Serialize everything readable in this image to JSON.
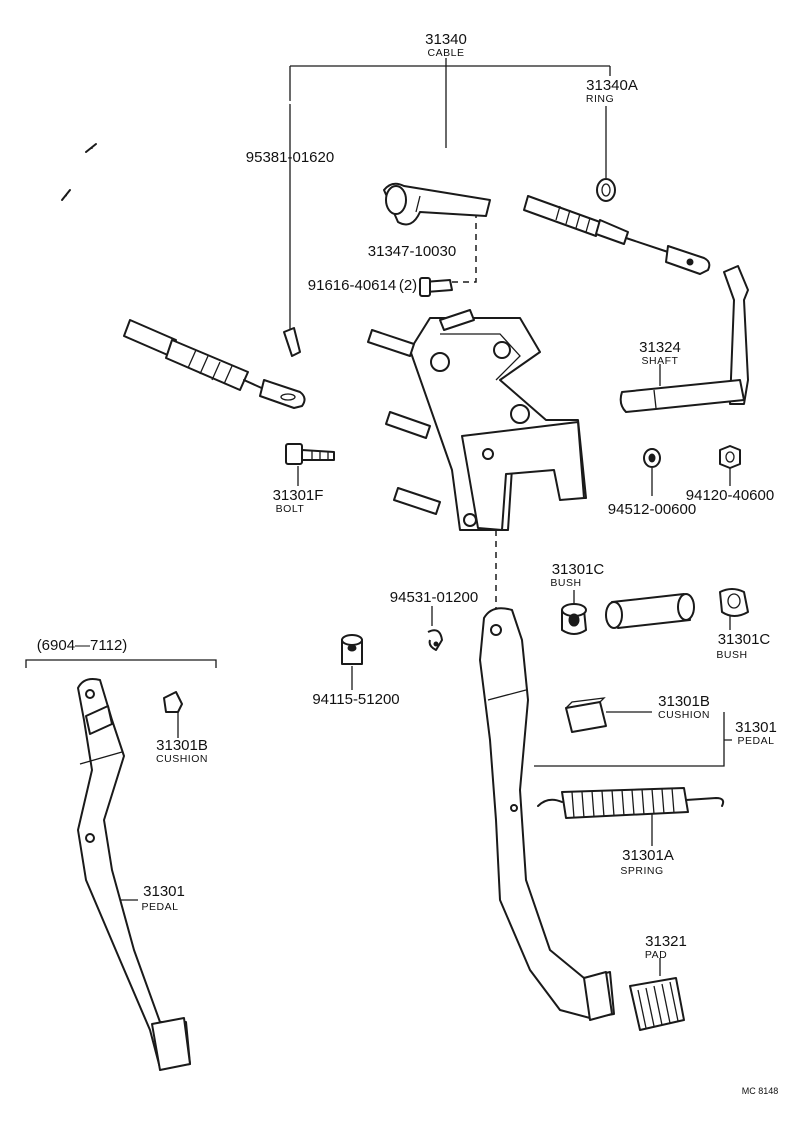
{
  "diagram": {
    "drawing_code": "MC 8148",
    "variant_note": "(6904—7112)",
    "callouts": {
      "cable": {
        "number": "31340",
        "name": "CABLE"
      },
      "ring": {
        "number": "31340A",
        "name": "RING"
      },
      "cotter_pin": {
        "number": "95381-01620"
      },
      "bracket": {
        "number": "31347-10030"
      },
      "bracket_bolt": {
        "number": "91616-40614",
        "qty": "(2)"
      },
      "shaft": {
        "number": "31324",
        "name": "SHAFT"
      },
      "bolt": {
        "number": "31301F",
        "name": "BOLT"
      },
      "washer": {
        "number": "94512-00600"
      },
      "nut": {
        "number": "94120-40600"
      },
      "bush_left": {
        "number": "31301C",
        "name": "BUSH"
      },
      "bush_right": {
        "number": "31301C",
        "name": "BUSH"
      },
      "clip": {
        "number": "94531-01200"
      },
      "collar": {
        "number": "94115-51200"
      },
      "cushion_old": {
        "number": "31301B",
        "name": "CUSHION"
      },
      "pedal_old": {
        "number": "31301",
        "name": "PEDAL"
      },
      "cushion_new": {
        "number": "31301B",
        "name": "CUSHION"
      },
      "pedal_new": {
        "number": "31301",
        "name": "PEDAL"
      },
      "spring": {
        "number": "31301A",
        "name": "SPRING"
      },
      "pad": {
        "number": "31321",
        "name": "PAD"
      }
    }
  }
}
